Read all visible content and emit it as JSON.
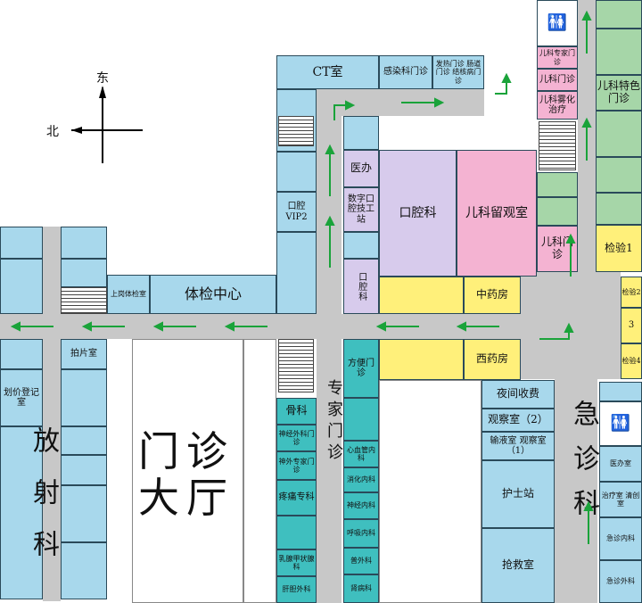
{
  "compass": {
    "east": "东",
    "north": "北"
  },
  "rooms": {
    "ct": "CT室",
    "infect": "感染科门诊",
    "fever": "发热门诊 肠道门诊 结核病门诊",
    "peds_expert": "儿科专家门诊",
    "peds_clinic_top": "儿科门诊",
    "peds_nebulizer": "儿科雾化治疗",
    "peds_special": "儿科特色门诊",
    "yiban": "医办",
    "digital_oral": "数字口腔技工站",
    "oral_vip": "口腔VIP2",
    "oral_dept": "口腔科",
    "peds_obs": "儿科留观室",
    "peds_clinic": "儿科门诊",
    "lab1": "检验1",
    "lab2": "检验2",
    "lab3": "3",
    "lab4": "检验4",
    "oral_small": "口腔科",
    "tcm_pharmacy": "中药房",
    "upstairs_checkup": "上岗体检室",
    "checkup_center": "体检中心",
    "film": "拍片室",
    "pricing": "划价登记室",
    "convenience": "方便门诊",
    "western_pharmacy": "西药房",
    "night_fee": "夜间收费",
    "obs2": "观察室（2）",
    "transfusion": "输液室 观察室（1）",
    "nurse_station": "护士站",
    "rescue": "抢救室",
    "er_doctor": "医办室",
    "er_treat": "治疗室 清创室",
    "er_internal": "急诊内科",
    "er_surgery": "急诊外科",
    "orthopedics": "骨科",
    "neurosurg": "神经外科门诊",
    "neuro_expert": "神外专家门诊",
    "pain": "疼痛专科",
    "breast": "乳腺甲状腺科",
    "hepatobiliary": "肝胆外科",
    "cardio": "心血管内科",
    "digestive": "消化内科",
    "neuro_internal": "神经内科",
    "respiratory": "呼吸内科",
    "general": "普外科",
    "nephro": "肾病科"
  },
  "big_labels": {
    "hall": "门诊大厅",
    "radiology": "放射科",
    "expert": "专家门诊",
    "emergency": "急诊科"
  },
  "colors": {
    "blue": "#a8d8ec",
    "teal": "#3fbfbf",
    "green": "#a6d6a8",
    "pink": "#f4b3d2",
    "lavender": "#d7cbec",
    "yellow": "#fff07a",
    "corridor": "#c8c8c8",
    "arrow": "#1aa33a"
  }
}
